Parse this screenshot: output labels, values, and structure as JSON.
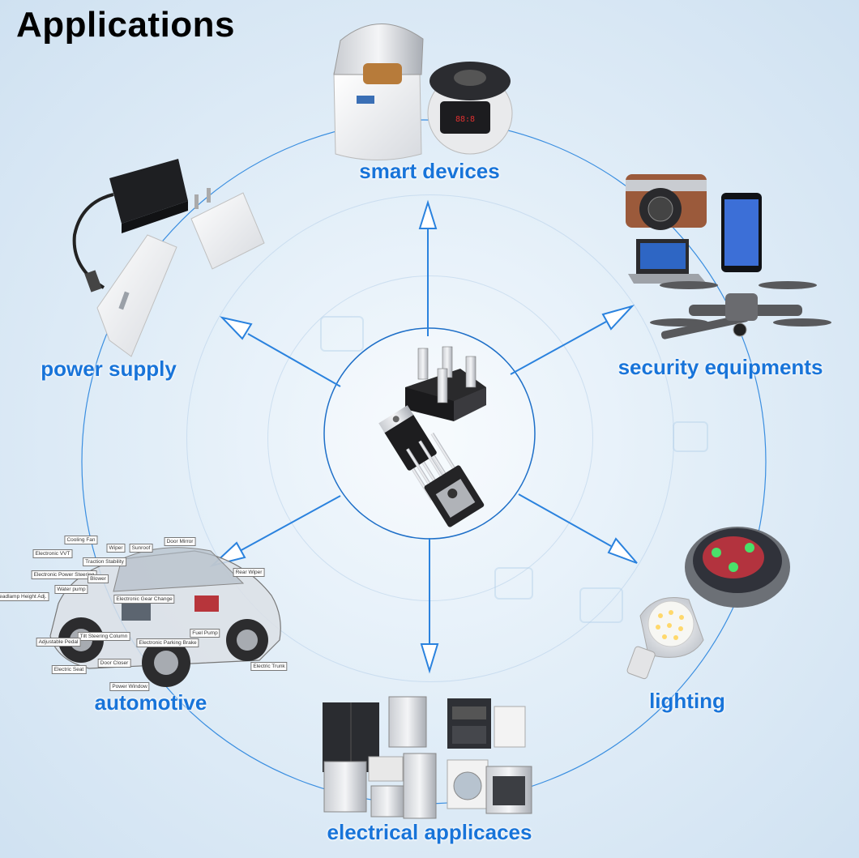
{
  "title": "Applications",
  "colors": {
    "accent": "#1874d9",
    "line": "#3a8ee0"
  },
  "categories": [
    {
      "id": "smart-devices",
      "label": "smart devices",
      "icon": "rice-cooker-and-bread-maker-icon"
    },
    {
      "id": "security-equipments",
      "label": "security equipments",
      "icon": "camera-phone-laptop-drone-icon"
    },
    {
      "id": "lighting",
      "label": "lighting",
      "icon": "led-bulb-and-floor-light-icon"
    },
    {
      "id": "electrical-appliances",
      "label": "electrical applicaces",
      "icon": "home-appliances-icon"
    },
    {
      "id": "automotive",
      "label": "automotive",
      "icon": "car-cutaway-icon"
    },
    {
      "id": "power-supply",
      "label": "power supply",
      "icon": "adapter-and-power-bank-icon"
    }
  ],
  "center": {
    "icon": "igbt-transistor-and-bridge-rectifier-icon"
  },
  "car_callouts": [
    "Cooling Fan",
    "Wiper",
    "Sunroof",
    "Door Mirror",
    "Electronic VVT",
    "Traction Stability",
    "Electronic Power Steering",
    "Blower",
    "Rear Wiper",
    "Water pump",
    "Headlamp Height Adj.",
    "Electronic Gear Change",
    "Tilt Steering Column",
    "Fuel Pump",
    "Adjustable Pedal",
    "Electronic Parking Brake",
    "Door Closer",
    "Electric Seat",
    "Power Window",
    "Electric Trunk"
  ]
}
